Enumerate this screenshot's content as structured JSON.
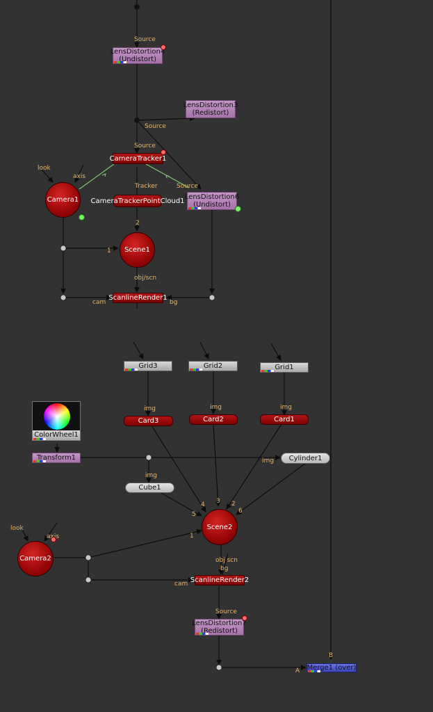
{
  "nodes": {
    "lensdistortion4": {
      "name": "LensDistortion4",
      "mode": "(Undistort)"
    },
    "lensdistortion3": {
      "name": "LensDistortion3",
      "mode": "(Redistort)"
    },
    "cameratracker1": {
      "name": "CameraTracker1"
    },
    "camera1": {
      "name": "Camera1"
    },
    "cameratrackerpointcloud1": {
      "name": "CameraTrackerPointCloud1"
    },
    "lensdistortion6": {
      "name": "LensDistortion6",
      "mode": "(Undistort)"
    },
    "scene1": {
      "name": "Scene1"
    },
    "scanlinerender1": {
      "name": "ScanlineRender1"
    },
    "grid3": {
      "name": "Grid3"
    },
    "grid2": {
      "name": "Grid2"
    },
    "grid1": {
      "name": "Grid1"
    },
    "card3": {
      "name": "Card3"
    },
    "card2": {
      "name": "Card2"
    },
    "card1": {
      "name": "Card1"
    },
    "colorwheel1": {
      "name": "ColorWheel1"
    },
    "transform1": {
      "name": "Transform1"
    },
    "cylinder1": {
      "name": "Cylinder1"
    },
    "cube1": {
      "name": "Cube1"
    },
    "scene2": {
      "name": "Scene2"
    },
    "camera2": {
      "name": "Camera2"
    },
    "scanlinerender2": {
      "name": "ScanlineRender2"
    },
    "lensdistortion7": {
      "name": "LensDistortion7",
      "mode": "(Redistort)"
    },
    "merge1": {
      "name": "Merge1 (over)"
    }
  },
  "labels": {
    "source": "Source",
    "look": "look",
    "axis": "axis",
    "tracker": "Tracker",
    "img": "img",
    "obj_scn": "obj/scn",
    "obj_scn2": "obj scn",
    "cam": "cam",
    "bg": "bg",
    "a": "A",
    "b": "B",
    "n1": "1",
    "n2": "2",
    "n3": "3",
    "n4": "4",
    "n5": "5",
    "n6": "6"
  },
  "colors": {
    "background": "#323232",
    "edge": "#0c0c0c",
    "edge_green": "#7fcf6f",
    "label": "#e8b466"
  }
}
